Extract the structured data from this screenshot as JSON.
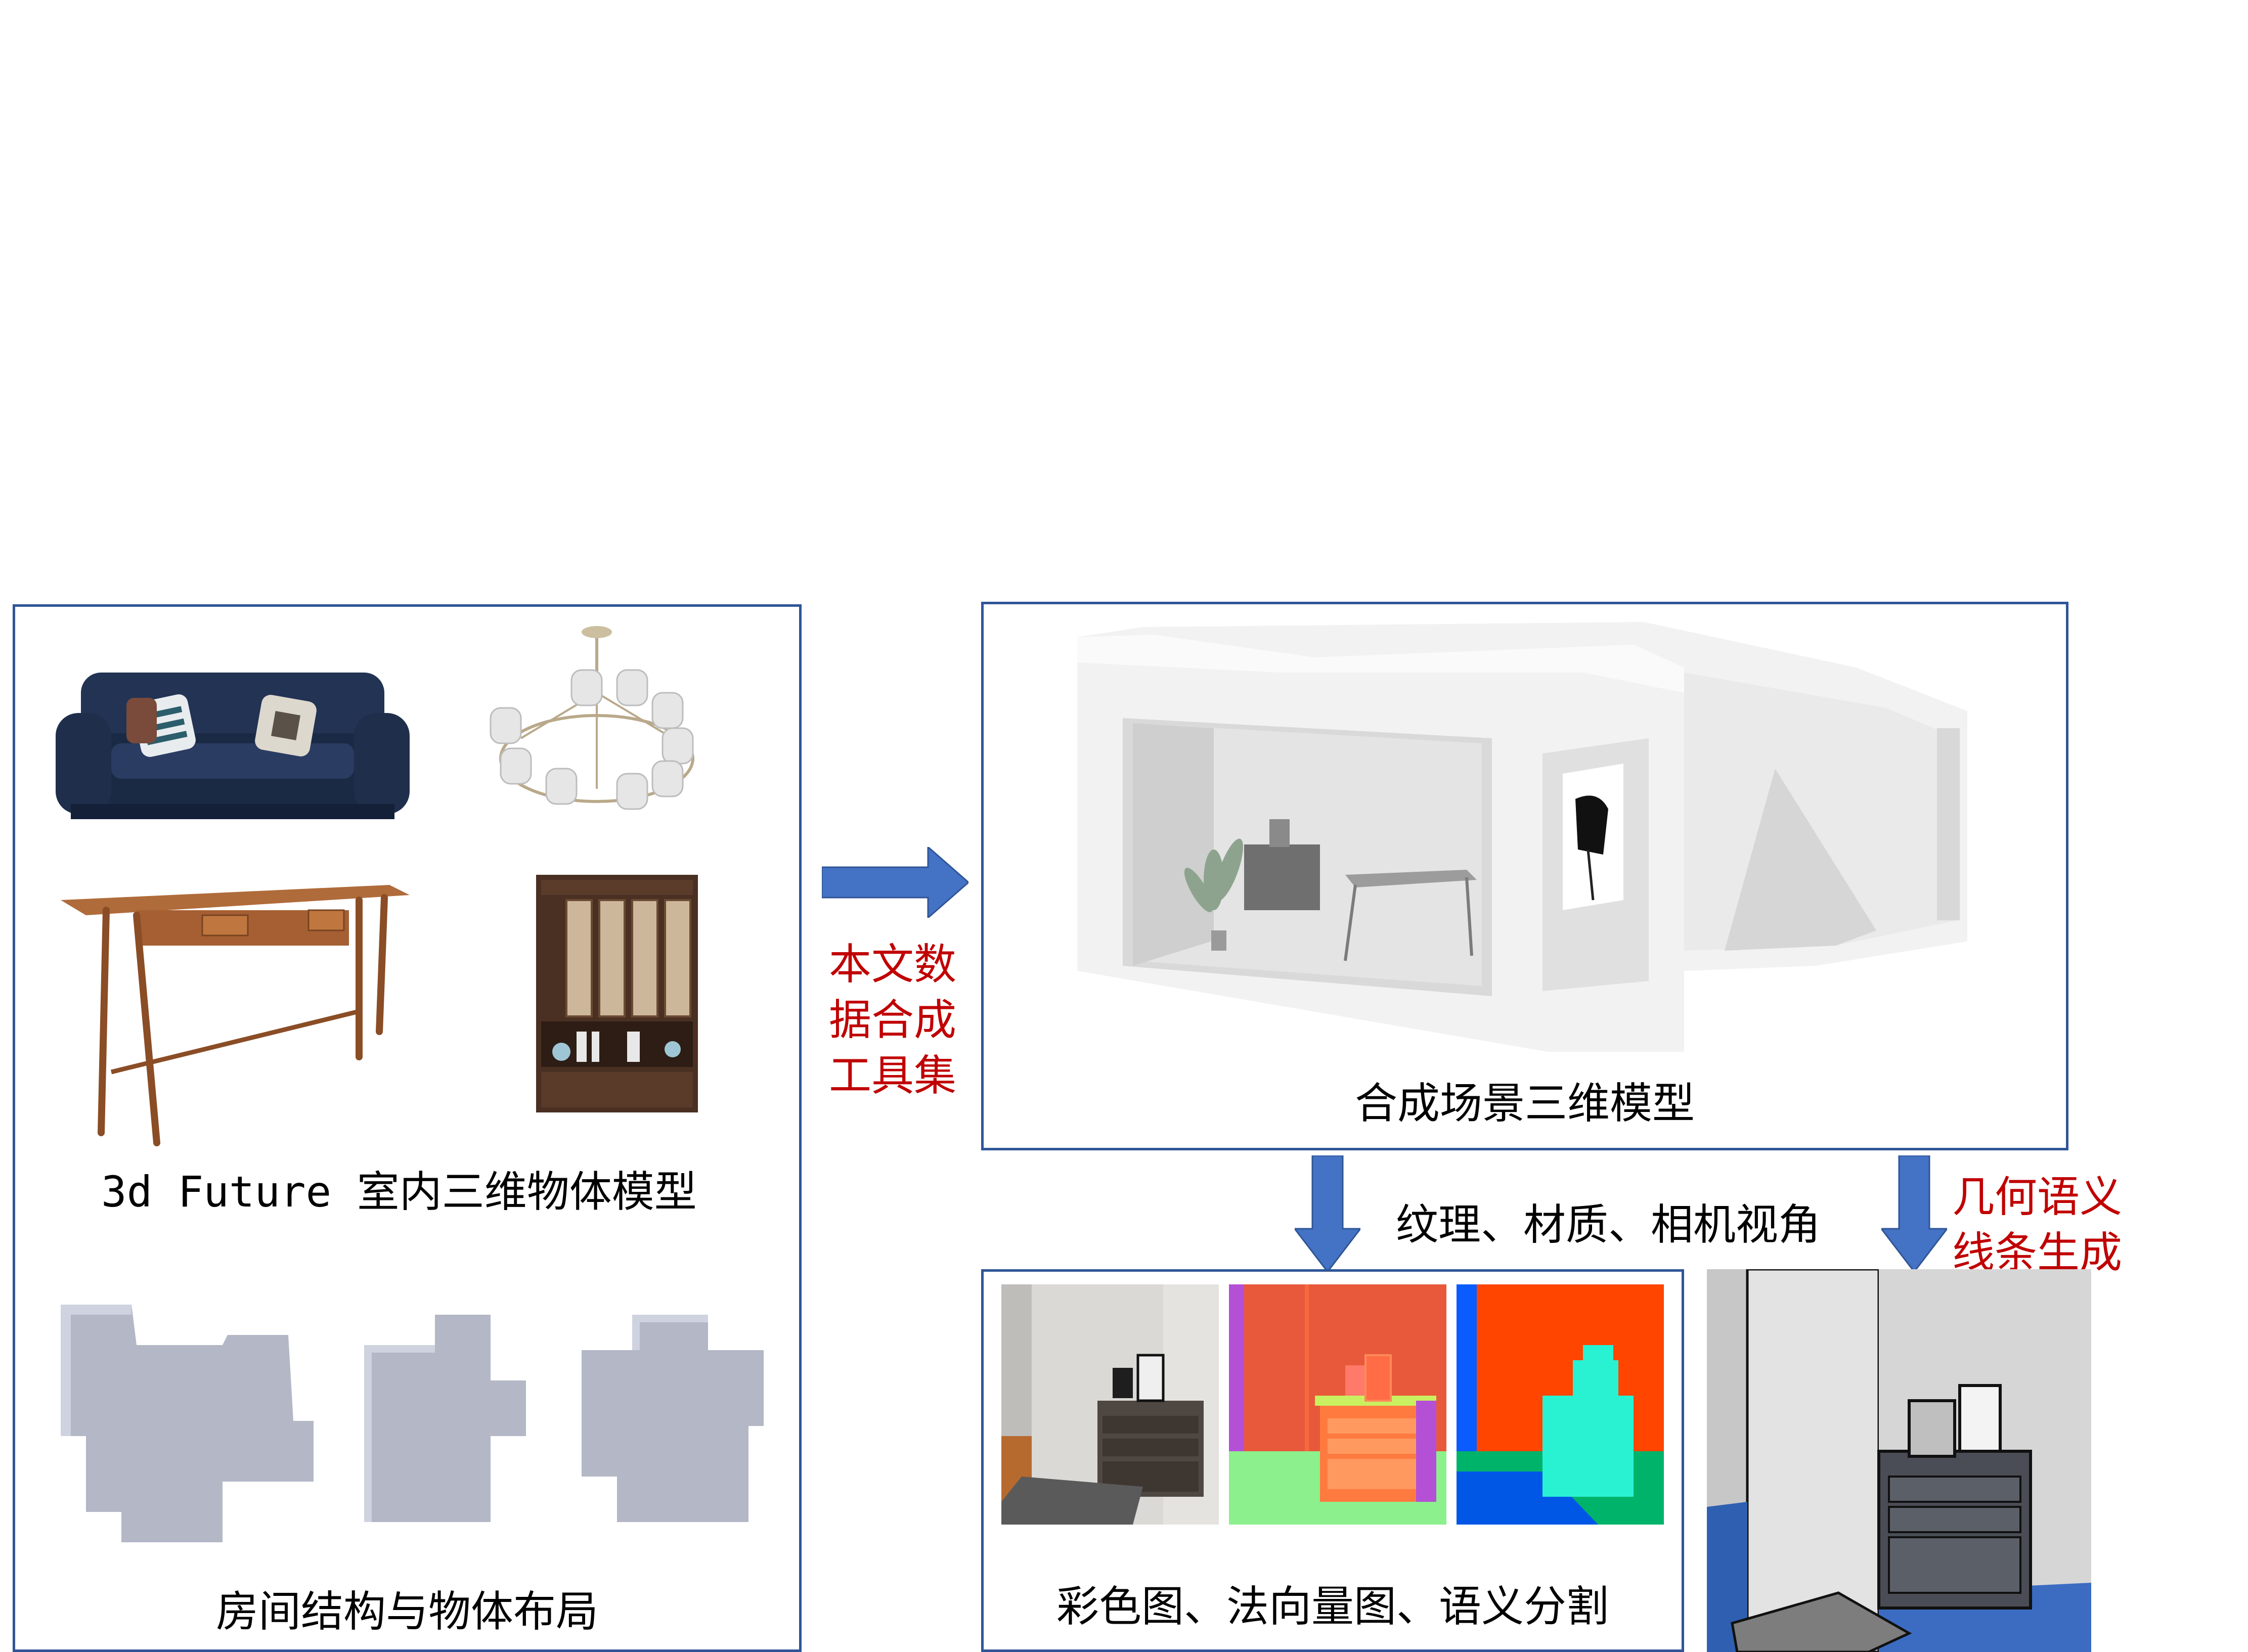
{
  "left_panel": {
    "furniture_caption": "3d Future 室内三维物体模型",
    "layout_caption": "房间结构与物体布局"
  },
  "tool_label": [
    "本文数",
    "据合成",
    "工具集"
  ],
  "scene_panel": {
    "caption": "合成场景三维模型"
  },
  "render_arrow_label": "纹理、材质、相机视角",
  "line_arrow_label": [
    "几何语义",
    "线条生成"
  ],
  "render_panel": {
    "caption": "彩色图、法向量图、语义分割"
  },
  "colors": {
    "border": "#2f5597",
    "arrow": "#4472c4",
    "accent_text": "#c00000"
  }
}
